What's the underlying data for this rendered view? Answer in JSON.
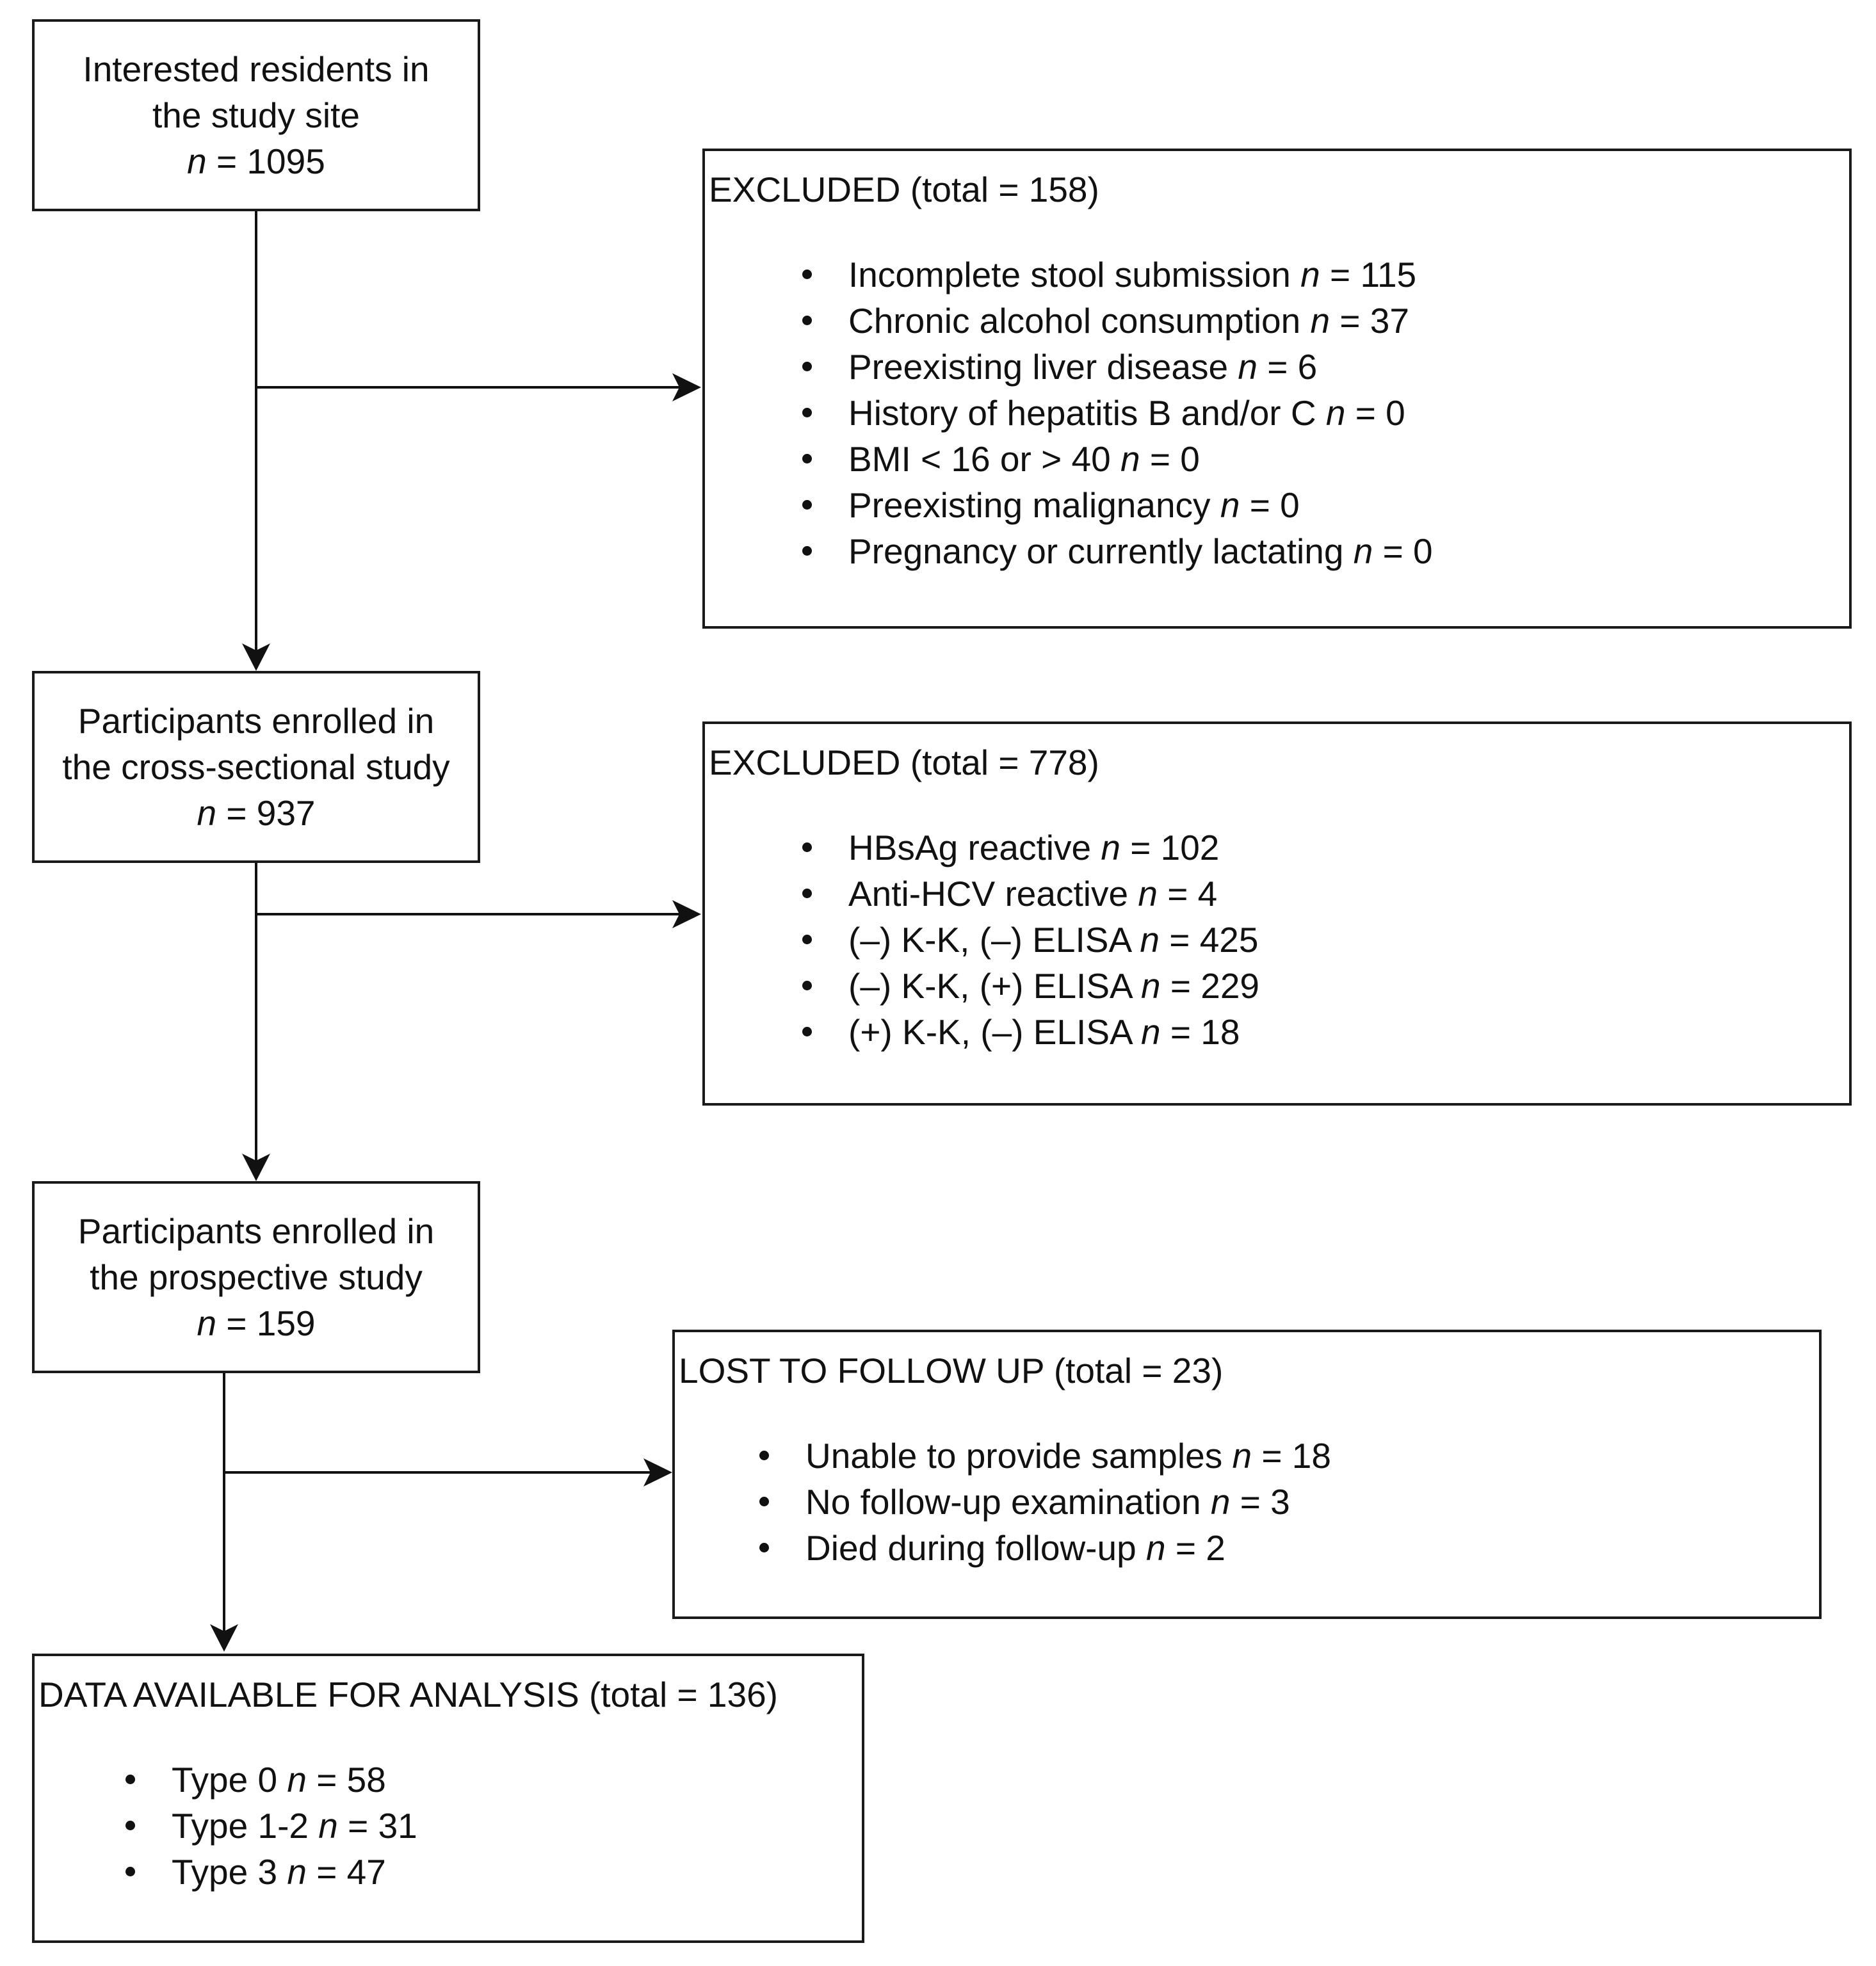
{
  "nodes": {
    "residents": {
      "line1": "Interested residents in",
      "line2": "the study site",
      "n_symbol": "n",
      "n_value": " = 1095"
    },
    "cross_sectional": {
      "line1": "Participants enrolled in",
      "line2": "the cross-sectional study",
      "n_symbol": "n",
      "n_value": " = 937"
    },
    "prospective": {
      "line1": "Participants enrolled in",
      "line2": "the prospective study",
      "n_symbol": "n",
      "n_value": " = 159"
    }
  },
  "excluded_1": {
    "title": "EXCLUDED (total = 158)",
    "items": [
      {
        "label": "Incomplete stool submission ",
        "n": "n",
        "value": " = 115"
      },
      {
        "label": "Chronic alcohol consumption ",
        "n": "n",
        "value": " = 37"
      },
      {
        "label": "Preexisting liver disease ",
        "n": "n",
        "value": " = 6"
      },
      {
        "label": "History of hepatitis B and/or C ",
        "n": "n",
        "value": " = 0"
      },
      {
        "label": "BMI < 16 or > 40 ",
        "n": "n",
        "value": " = 0"
      },
      {
        "label": "Preexisting malignancy ",
        "n": "n",
        "value": " = 0"
      },
      {
        "label": "Pregnancy or currently lactating ",
        "n": "n",
        "value": " = 0"
      }
    ]
  },
  "excluded_2": {
    "title": "EXCLUDED (total = 778)",
    "items": [
      {
        "label": "HBsAg reactive ",
        "n": "n",
        "value": " = 102"
      },
      {
        "label": "Anti-HCV reactive ",
        "n": "n",
        "value": " = 4"
      },
      {
        "label": "(–) K-K, (–) ELISA ",
        "n": "n",
        "value": " = 425"
      },
      {
        "label": "(–) K-K, (+) ELISA ",
        "n": "n",
        "value": " = 229"
      },
      {
        "label": "(+) K-K, (–) ELISA ",
        "n": "n",
        "value": " = 18"
      }
    ]
  },
  "lost": {
    "title": "LOST TO FOLLOW UP (total = 23)",
    "items": [
      {
        "label": "Unable to provide samples ",
        "n": "n",
        "value": " = 18"
      },
      {
        "label": "No follow-up examination ",
        "n": "n",
        "value": " = 3"
      },
      {
        "label": "Died during follow-up ",
        "n": "n",
        "value": " = 2"
      }
    ]
  },
  "analysis": {
    "title": "DATA AVAILABLE FOR ANALYSIS (total = 136)",
    "items": [
      {
        "label": "Type 0 ",
        "n": "n",
        "value": " = 58"
      },
      {
        "label": "Type 1-2 ",
        "n": "n",
        "value": " = 31"
      },
      {
        "label": "Type 3 ",
        "n": "n",
        "value": " = 47"
      }
    ]
  }
}
